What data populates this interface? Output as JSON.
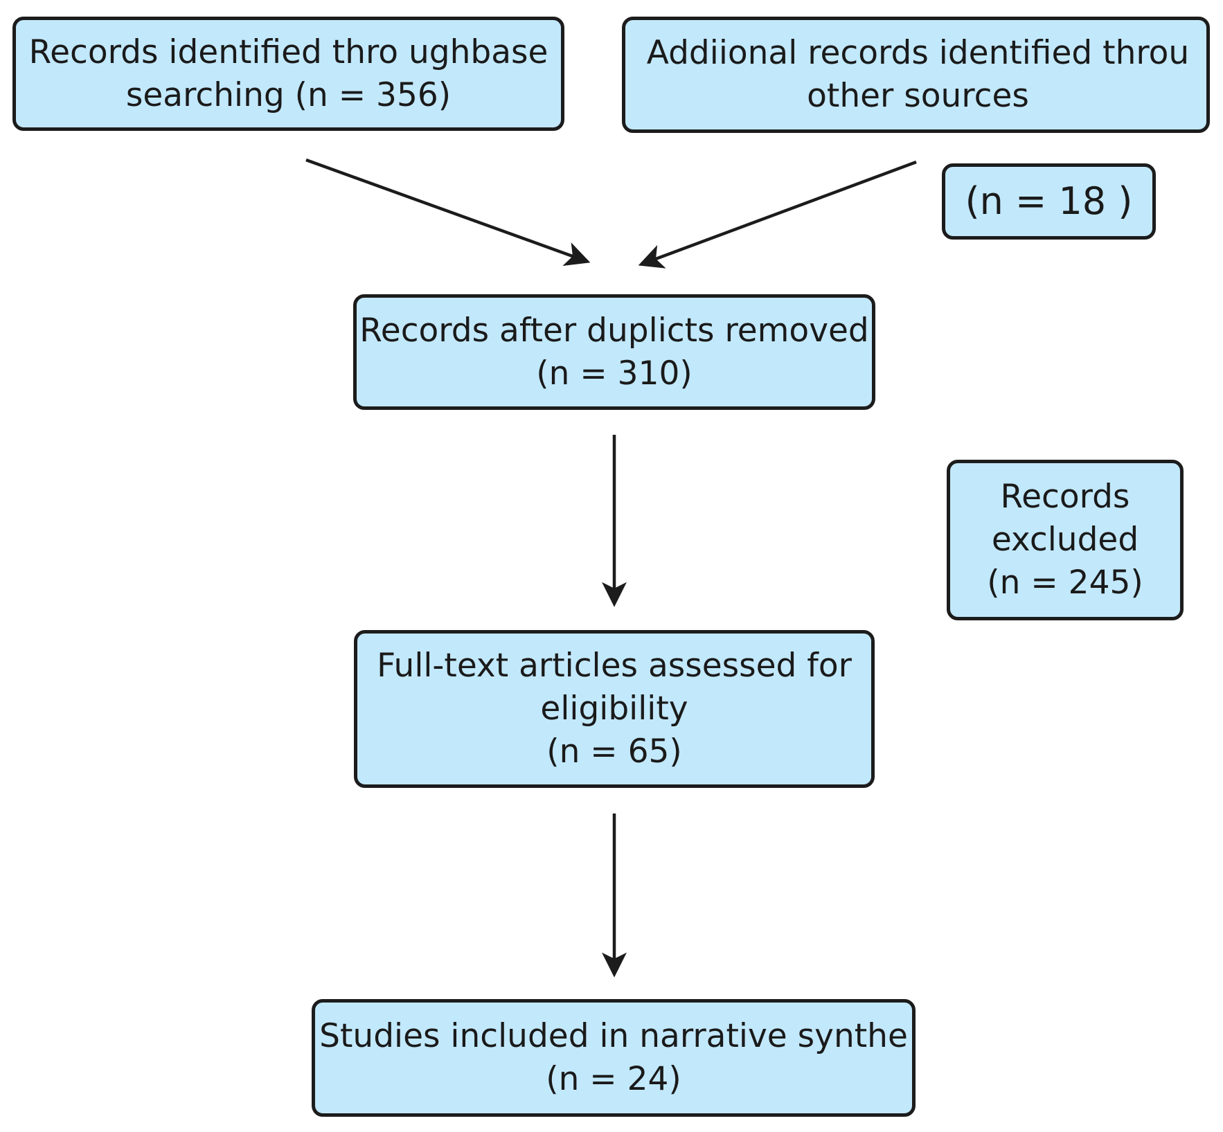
{
  "nodes": {
    "identified_database": {
      "line1": "Records identified thro ughbase",
      "line2": "searching (n = 356)"
    },
    "identified_other": {
      "line1": "Addiional records identified throu",
      "line2": "other sources"
    },
    "other_count": {
      "text": "(n = 18 )"
    },
    "after_duplicates": {
      "line1": "Records after duplicts removed",
      "line2": "(n = 310)"
    },
    "excluded": {
      "line1": "Records",
      "line2": "excluded",
      "line3": "(n = 245)"
    },
    "full_text": {
      "line1": "Full-text articles assessed for",
      "line2": "eligibility",
      "line3": "(n = 65)"
    },
    "included": {
      "line1": "Studies included in narrative synthe",
      "line2": "(n = 24)"
    }
  },
  "edges": [
    {
      "from": "identified_database",
      "to": "after_duplicates"
    },
    {
      "from": "identified_other",
      "to": "after_duplicates"
    },
    {
      "from": "after_duplicates",
      "to": "full_text"
    },
    {
      "from": "full_text",
      "to": "included"
    }
  ],
  "colors": {
    "box_fill": "#c2e8fb",
    "box_border": "#1c1c1c",
    "arrow": "#1c1c1c"
  }
}
